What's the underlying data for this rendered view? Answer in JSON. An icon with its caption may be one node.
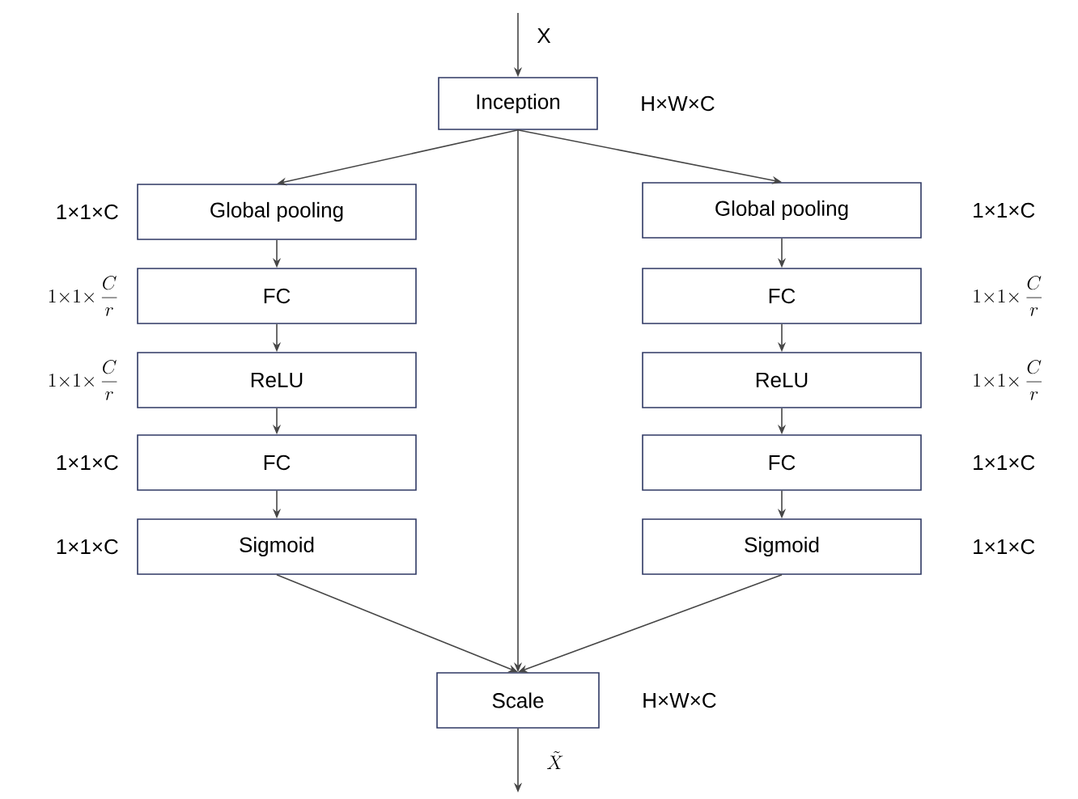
{
  "diagram": {
    "nodes": [
      {
        "text": [
          "Inception"
        ],
        "beside": [
          "H×W×C"
        ]
      },
      {
        "text": [
          "Global pooling"
        ],
        "beside": [
          "1×1×C"
        ]
      },
      {
        "text": [
          "FC"
        ],
        "beside": [
          "1{\\times}1{\\times}\\,\\frac{C}{r}"
        ]
      },
      {
        "text": [
          "ReLU"
        ],
        "beside": [
          "1{\\times}1{\\times}\\,\\frac{C}{r}"
        ]
      },
      {
        "text": [
          "FC"
        ],
        "beside": [
          "1×1×C"
        ]
      },
      {
        "text": [
          "Sigmoid"
        ],
        "beside": [
          "1×1×C"
        ]
      },
      {
        "text": [
          "Global pooling"
        ],
        "beside": [
          "1×1×C"
        ]
      },
      {
        "text": [
          "FC"
        ],
        "beside": [
          "1{\\times}1{\\times}\\,\\frac{C}{r}"
        ]
      },
      {
        "text": [
          "ReLU"
        ],
        "beside": [
          "1{\\times}1{\\times}\\,\\frac{C}{r}"
        ]
      },
      {
        "text": [
          "FC"
        ],
        "beside": [
          "1×1×C"
        ]
      },
      {
        "text": [
          "Sigmoid"
        ],
        "beside": [
          "1×1×C"
        ]
      },
      {
        "text": [
          "Scale"
        ],
        "beside": [
          "H×W×C"
        ]
      }
    ],
    "edges": [
      {
        "from": null,
        "to": 0,
        "arrow": "to",
        "label": "X"
      },
      {
        "from": 0,
        "to": 1,
        "arrow": "to"
      },
      {
        "from": 0,
        "to": 11,
        "arrow": "to"
      },
      {
        "from": 0,
        "to": 6,
        "arrow": "to"
      },
      {
        "from": 1,
        "to": 2,
        "arrow": "to"
      },
      {
        "from": 2,
        "to": 3,
        "arrow": "to"
      },
      {
        "from": 3,
        "to": 4,
        "arrow": "to"
      },
      {
        "from": 4,
        "to": 5,
        "arrow": "to"
      },
      {
        "from": 6,
        "to": 7,
        "arrow": "to"
      },
      {
        "from": 7,
        "to": 8,
        "arrow": "to"
      },
      {
        "from": 8,
        "to": 9,
        "arrow": "to"
      },
      {
        "from": 9,
        "to": 10,
        "arrow": "to"
      },
      {
        "from": 5,
        "to": 11,
        "arrow": "to"
      },
      {
        "from": 10,
        "to": 11,
        "arrow": "to"
      },
      {
        "from": 11,
        "to": null,
        "arrow": "to",
        "label": "\\tilde{X}"
      }
    ]
  }
}
